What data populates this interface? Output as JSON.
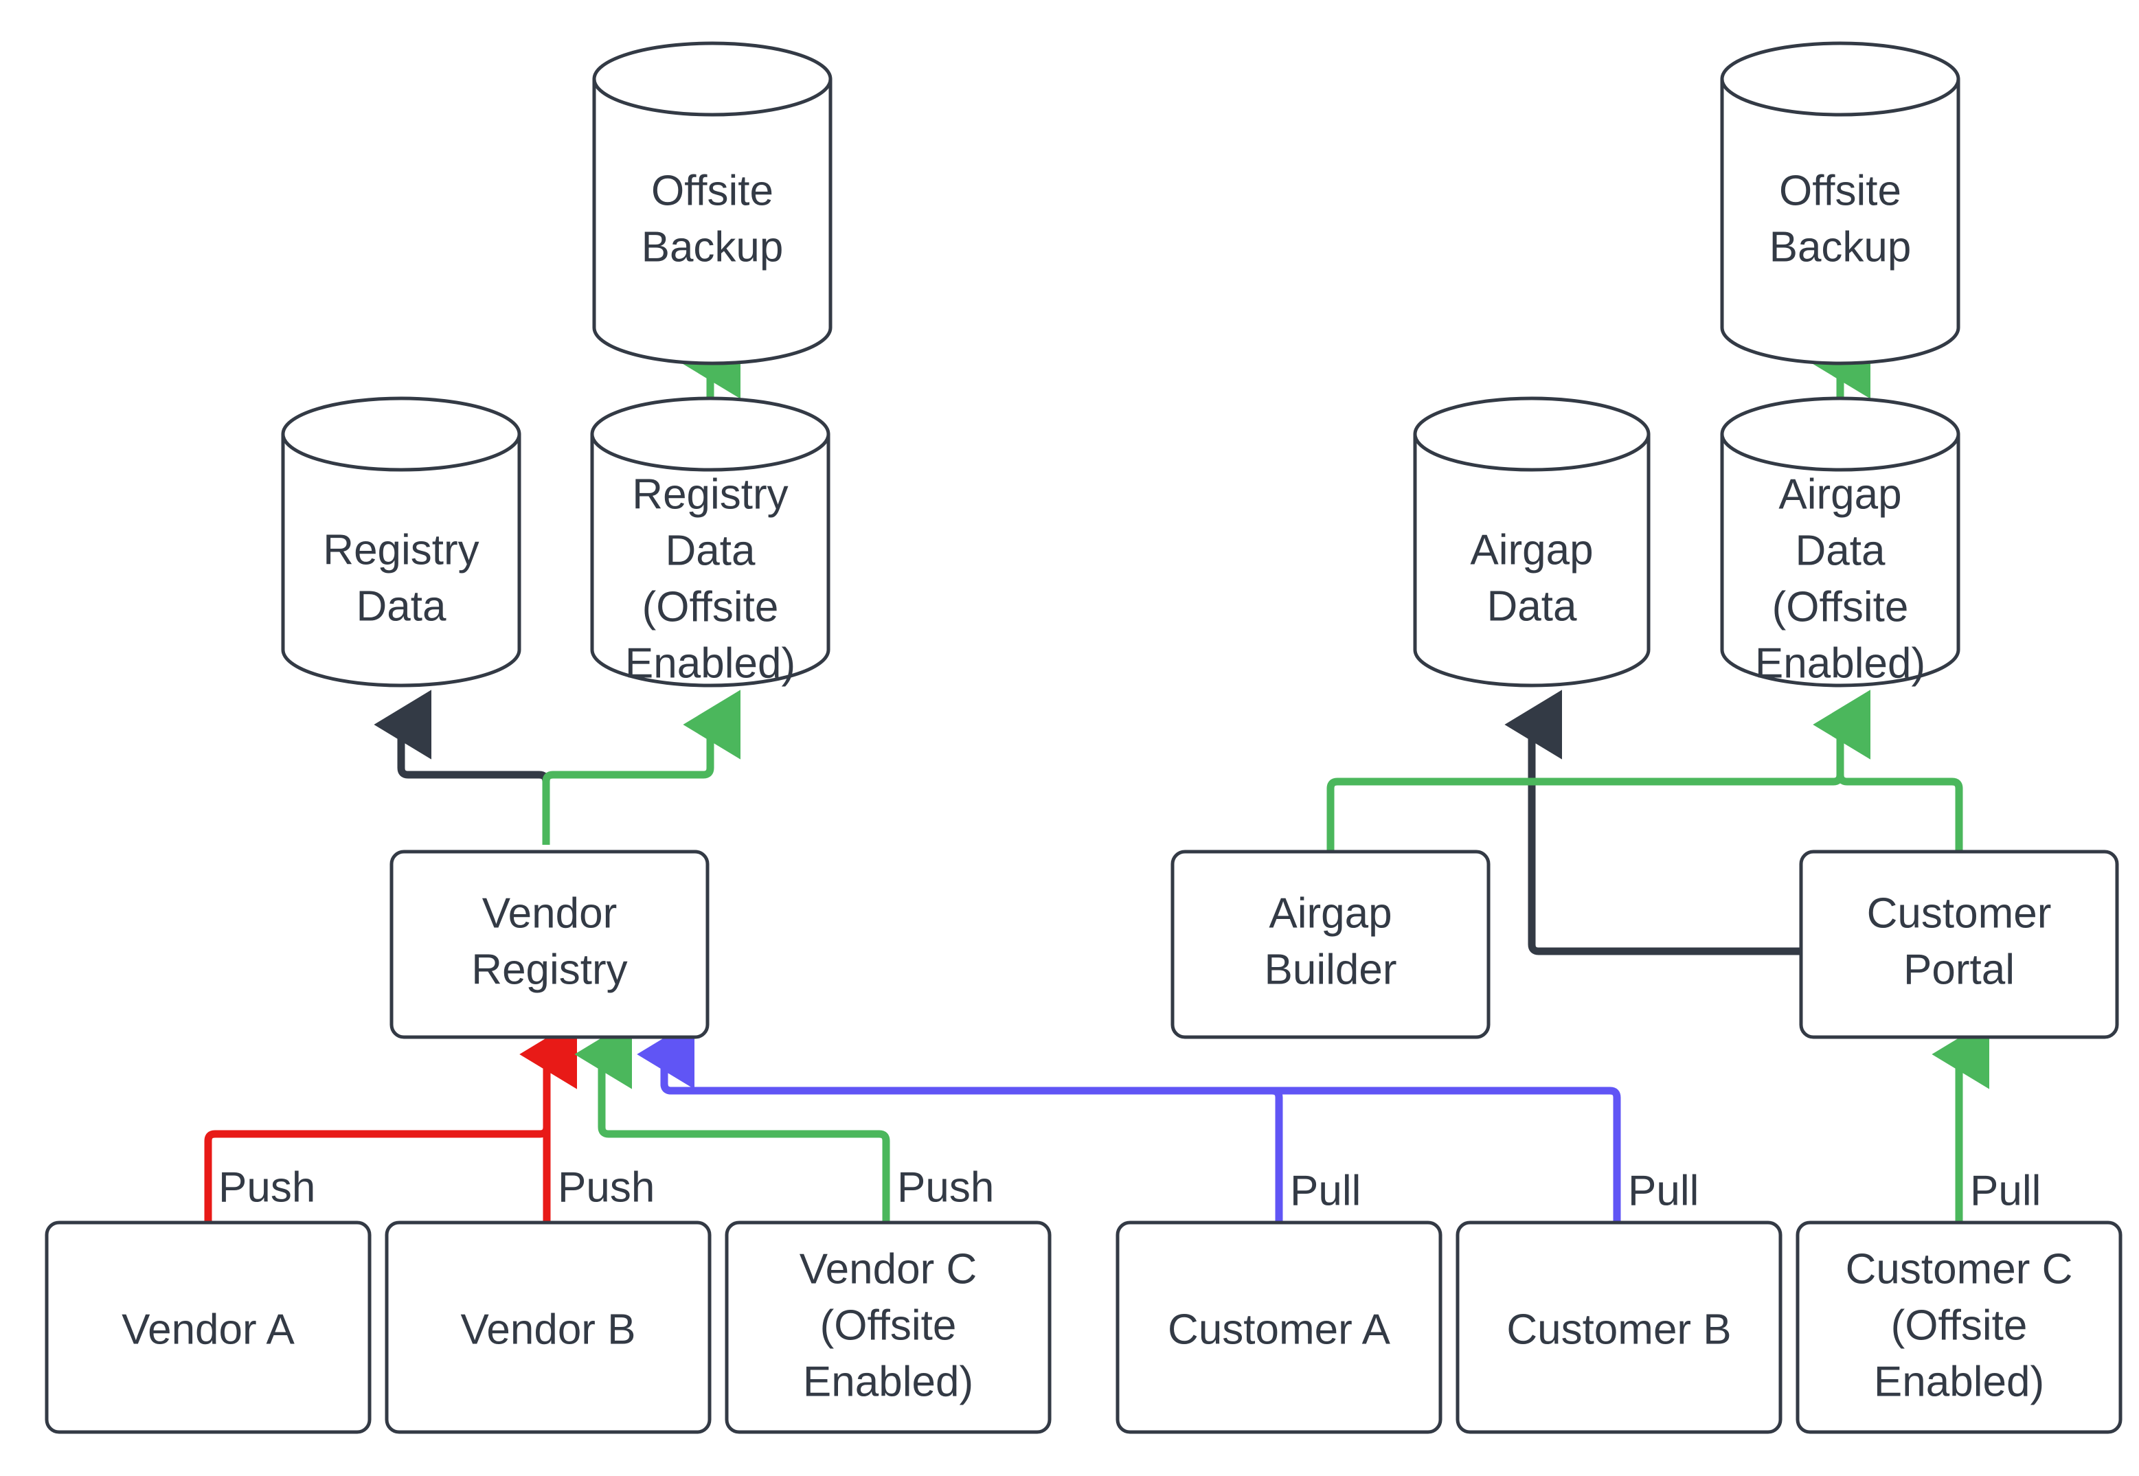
{
  "diagram": {
    "title": "Vendor Registry and Customer Portal Offsite Backup Architecture",
    "background_color": "#ffffff",
    "node_stroke_color": "#333a45",
    "text_color": "#333a45",
    "edge_colors": {
      "default": "#333a45",
      "offsite_green": "#4bb75c",
      "push_red": "#e81a17",
      "pull_blue": "#6055f5"
    },
    "nodes": {
      "offsite_backup_left": {
        "label_line1": "Offsite",
        "label_line2": "Backup",
        "shape": "cylinder"
      },
      "offsite_backup_right": {
        "label_line1": "Offsite",
        "label_line2": "Backup",
        "shape": "cylinder"
      },
      "registry_data": {
        "label_line1": "Registry",
        "label_line2": "Data",
        "shape": "cylinder"
      },
      "registry_data_offsite": {
        "label_line1": "Registry",
        "label_line2": "Data",
        "label_line3": "(Offsite",
        "label_line4": "Enabled)",
        "shape": "cylinder"
      },
      "airgap_data": {
        "label_line1": "Airgap",
        "label_line2": "Data",
        "shape": "cylinder"
      },
      "airgap_data_offsite": {
        "label_line1": "Airgap",
        "label_line2": "Data",
        "label_line3": "(Offsite",
        "label_line4": "Enabled)",
        "shape": "cylinder"
      },
      "vendor_registry": {
        "label_line1": "Vendor",
        "label_line2": "Registry",
        "shape": "rounded-rect"
      },
      "airgap_builder": {
        "label_line1": "Airgap",
        "label_line2": "Builder",
        "shape": "rounded-rect"
      },
      "customer_portal": {
        "label_line1": "Customer",
        "label_line2": "Portal",
        "shape": "rounded-rect"
      },
      "vendor_a": {
        "label_line1": "Vendor A",
        "shape": "rounded-rect"
      },
      "vendor_b": {
        "label_line1": "Vendor B",
        "shape": "rounded-rect"
      },
      "vendor_c": {
        "label_line1": "Vendor C",
        "label_line2": "(Offsite",
        "label_line3": "Enabled)",
        "shape": "rounded-rect"
      },
      "customer_a": {
        "label_line1": "Customer A",
        "shape": "rounded-rect"
      },
      "customer_b": {
        "label_line1": "Customer B",
        "shape": "rounded-rect"
      },
      "customer_c": {
        "label_line1": "Customer C",
        "label_line2": "(Offsite",
        "label_line3": "Enabled)",
        "shape": "rounded-rect"
      }
    },
    "edge_labels": {
      "vendor_a_push": "Push",
      "vendor_b_push": "Push",
      "vendor_c_push": "Push",
      "customer_a_pull": "Pull",
      "customer_b_pull": "Pull",
      "customer_c_pull": "Pull"
    },
    "edges": [
      {
        "from": "registry_data_offsite",
        "to": "offsite_backup_left",
        "color": "#4bb75c",
        "label": ""
      },
      {
        "from": "vendor_registry",
        "to": "registry_data",
        "color": "#333a45",
        "label": ""
      },
      {
        "from": "vendor_registry",
        "to": "registry_data_offsite",
        "color": "#4bb75c",
        "label": ""
      },
      {
        "from": "vendor_a",
        "to": "vendor_registry",
        "color": "#e81a17",
        "label": "Push"
      },
      {
        "from": "vendor_b",
        "to": "vendor_registry",
        "color": "#e81a17",
        "label": "Push"
      },
      {
        "from": "vendor_c",
        "to": "vendor_registry",
        "color": "#4bb75c",
        "label": "Push"
      },
      {
        "from": "airgap_data_offsite",
        "to": "offsite_backup_right",
        "color": "#4bb75c",
        "label": ""
      },
      {
        "from": "customer_portal",
        "to": "airgap_data",
        "color": "#333a45",
        "label": ""
      },
      {
        "from": "airgap_builder",
        "to": "airgap_data_offsite",
        "color": "#4bb75c",
        "label": ""
      },
      {
        "from": "customer_portal",
        "to": "airgap_data_offsite",
        "color": "#4bb75c",
        "label": ""
      },
      {
        "from": "customer_a",
        "to": "vendor_registry",
        "color": "#6055f5",
        "label": "Pull"
      },
      {
        "from": "customer_b",
        "to": "vendor_registry",
        "color": "#6055f5",
        "label": "Pull"
      },
      {
        "from": "customer_c",
        "to": "customer_portal",
        "color": "#4bb75c",
        "label": "Pull"
      }
    ]
  }
}
